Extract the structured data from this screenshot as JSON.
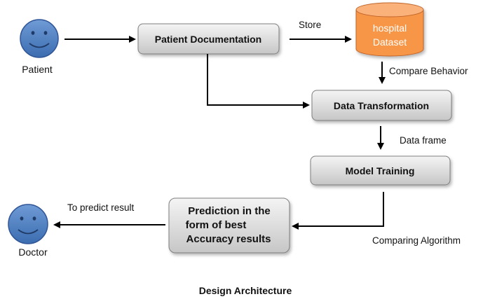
{
  "actors": {
    "patient": {
      "label": "Patient"
    },
    "doctor": {
      "label": "Doctor"
    }
  },
  "database": {
    "line1": "hospital",
    "line2": "Dataset",
    "color": "#f79646"
  },
  "boxes": {
    "patient_documentation": "Patient Documentation",
    "data_transformation": "Data Transformation",
    "model_training": "Model Training",
    "prediction_line1": "Prediction in the",
    "prediction_line2": "form of best",
    "prediction_line3": "Accuracy results"
  },
  "edges": {
    "store": "Store",
    "compare_behavior": "Compare Behavior",
    "data_frame": "Data frame",
    "comparing_algorithm": "Comparing Algorithm",
    "to_predict_result": "To predict result"
  },
  "caption": "Design Architecture",
  "colors": {
    "smiley_fill": "#4f81bd",
    "box_fill_top": "#f2f2f2",
    "box_fill_bottom": "#c9c9c9",
    "arrow": "#000000"
  }
}
